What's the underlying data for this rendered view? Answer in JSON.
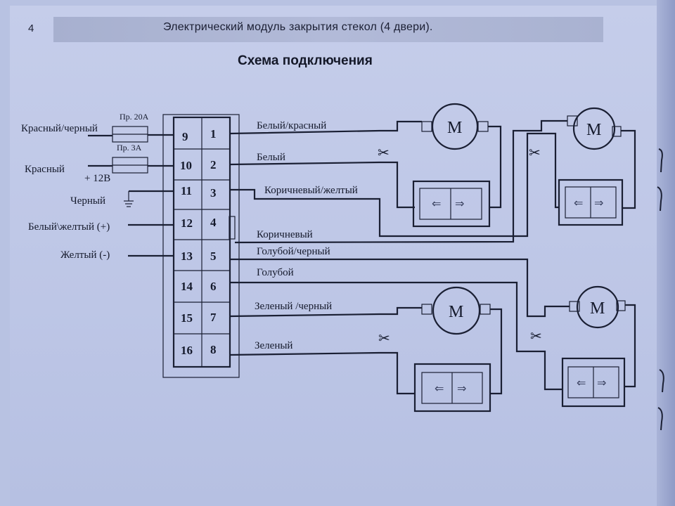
{
  "page_number": "4",
  "header_title": "Электрический модуль закрытия стекол (4 двери).",
  "diagram_title": "Схема подключения",
  "inputs": {
    "red_black": "Красный/черный",
    "fuse_20a": "Пр. 20А",
    "fuse_3a": "Пр. 3А",
    "red": "Красный",
    "plus_12v": "+ 12В",
    "black": "Черный",
    "white_yellow": "Белый\\желтый (+)",
    "yellow": "Желтый (-)"
  },
  "pins_left": [
    "9",
    "10",
    "11",
    "12",
    "13",
    "14",
    "15",
    "16"
  ],
  "pins_right": [
    "1",
    "2",
    "3",
    "4",
    "5",
    "6",
    "7",
    "8"
  ],
  "outputs": {
    "white_red": "Белый/красный",
    "white": "Белый",
    "brown_yellow": "Коричневый/желтый",
    "brown": "Коричневый",
    "blue_black": "Голубой/черный",
    "blue": "Голубой",
    "green_black": "Зеленый /черный",
    "green": "Зеленый"
  },
  "motor_label": "M",
  "scissors_symbol": "✂",
  "switch_arrows": {
    "left": "⇐",
    "right": "⇒"
  }
}
